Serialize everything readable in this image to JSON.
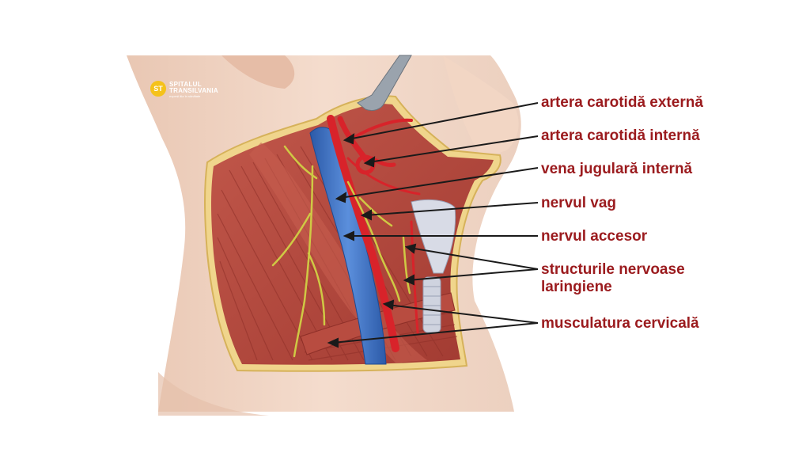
{
  "labels": {
    "external_carotid": "artera carotidă externă",
    "internal_carotid": "artera carotidă internă",
    "internal_jugular": "vena jugulară internă",
    "vagus": "nervul vag",
    "accessory": "nervul accesor",
    "laryngeal_line1": "structurile nervoase",
    "laryngeal_line2": "laringiene",
    "cervical_muscles": "musculatura cervicală"
  },
  "logo": {
    "mark": "ST",
    "line1": "SPITALUL",
    "line2": "TRANSILVANIA",
    "tagline": "experți ăla în sănătate"
  },
  "colors": {
    "label_text": "#9b1b1e",
    "pointer": "#1a1a1a",
    "muscle": "#b5463a",
    "artery": "#d8232a",
    "vein": "#3a6fc4",
    "nerve": "#c9c43a",
    "skin": "#f1d7c6",
    "logo_mark": "#f5c21a"
  }
}
